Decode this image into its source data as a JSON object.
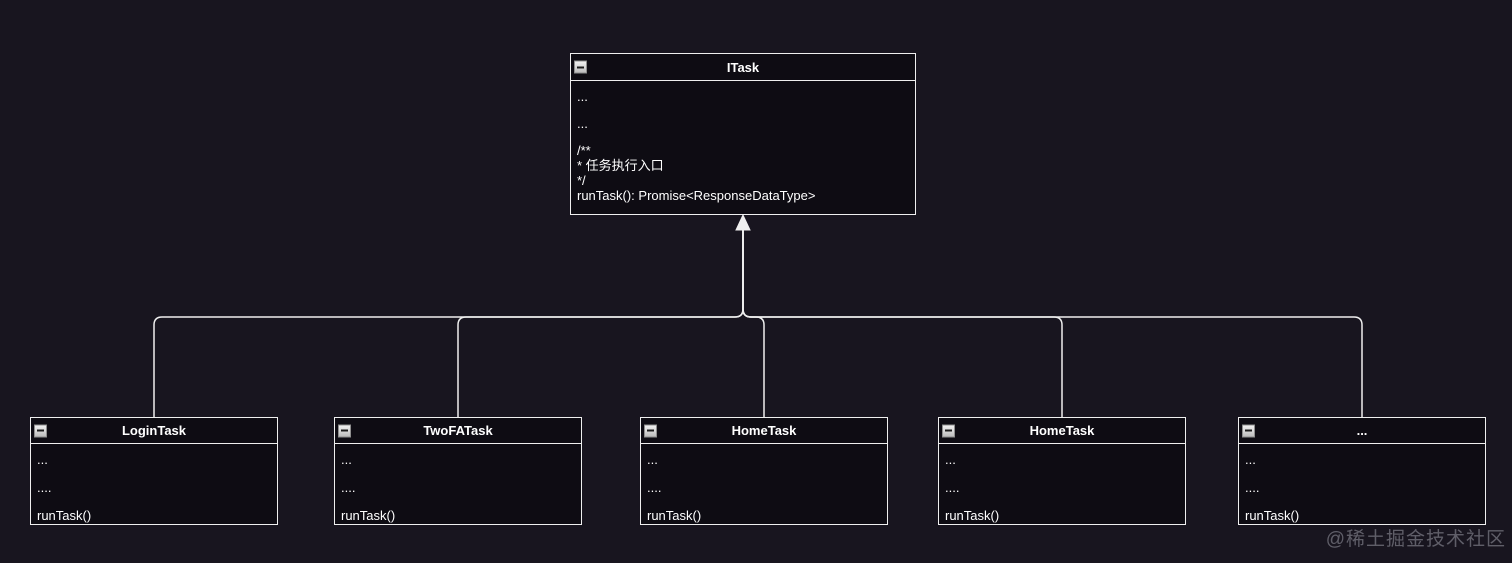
{
  "diagram": {
    "relationship": "inheritance",
    "parent": {
      "title": "ITask",
      "collapse_icon": "minus-collapse-icon",
      "lines": [
        "...",
        "...",
        "/**",
        "* 任务执行入口",
        "*/",
        "runTask(): Promise<ResponseDataType>"
      ]
    },
    "children": [
      {
        "title": "LoginTask",
        "lines": [
          "...",
          "....",
          "runTask()"
        ]
      },
      {
        "title": "TwoFATask",
        "lines": [
          "...",
          "....",
          "runTask()"
        ]
      },
      {
        "title": "HomeTask",
        "lines": [
          "...",
          "....",
          "runTask()"
        ]
      },
      {
        "title": "HomeTask",
        "lines": [
          "...",
          "....",
          "runTask()"
        ]
      },
      {
        "title": "...",
        "lines": [
          "...",
          "....",
          "runTask()"
        ]
      }
    ]
  },
  "watermark": "@稀土掘金技术社区",
  "colors": {
    "background": "#18151f",
    "box_fill": "#0e0c13",
    "line": "#efefef",
    "text": "#ffffff",
    "watermark": "#9a9aa5"
  }
}
